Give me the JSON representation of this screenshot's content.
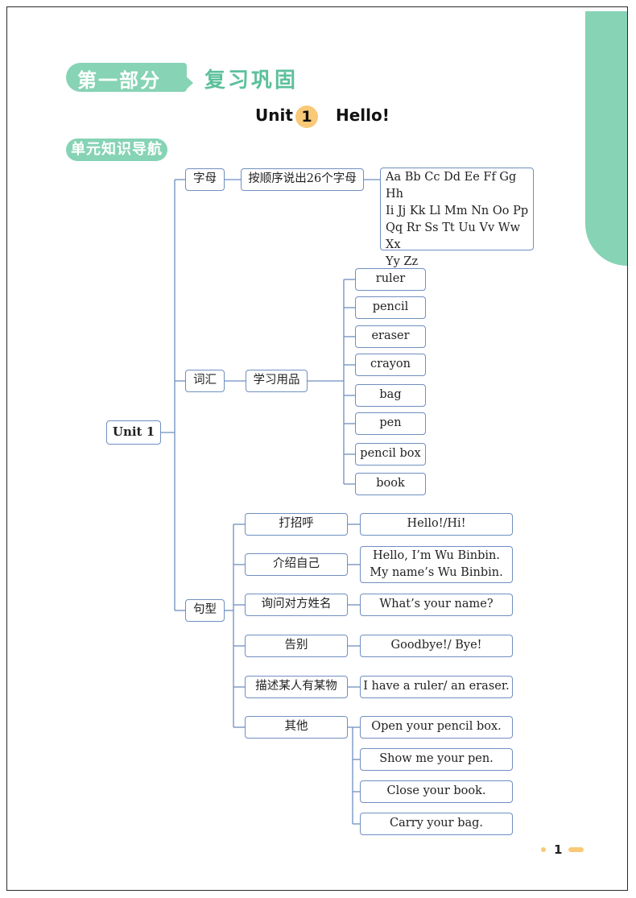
{
  "header": {
    "part_label": "第一部分",
    "part_title": "复习巩固",
    "unit_word": "Unit",
    "unit_number": "1",
    "unit_greeting": "Hello!",
    "nav_title": "单元知识导航"
  },
  "mindmap": {
    "root": "Unit 1",
    "letters": {
      "label": "字母",
      "task": "按顺序说出26个字母",
      "alphabet_lines": [
        "Aa Bb Cc Dd Ee Ff Gg Hh",
        "Ii Jj Kk Ll Mm Nn Oo Pp",
        "Qq Rr Ss Tt Uu Vv Ww Xx",
        "Yy Zz"
      ]
    },
    "vocab": {
      "label": "词汇",
      "topic": "学习用品",
      "words": [
        "ruler",
        "pencil",
        "eraser",
        "crayon",
        "bag",
        "pen",
        "pencil box",
        "book"
      ]
    },
    "sentences": {
      "label": "句型",
      "items": [
        {
          "category": "打招呼",
          "examples": [
            "Hello!/Hi!"
          ]
        },
        {
          "category": "介绍自己",
          "examples": [
            "Hello, I’m Wu Binbin.",
            "My name’s Wu Binbin."
          ]
        },
        {
          "category": "询问对方姓名",
          "examples": [
            "What’s your name?"
          ]
        },
        {
          "category": "告别",
          "examples": [
            "Goodbye!/ Bye!"
          ]
        },
        {
          "category": "描述某人有某物",
          "examples": [
            "I have a ruler/ an eraser."
          ]
        },
        {
          "category": "其他",
          "examples": [
            "Open your pencil box.",
            "Show me your pen.",
            "Close your book.",
            "Carry your bag."
          ]
        }
      ]
    }
  },
  "footer": {
    "page_number": "1"
  },
  "colors": {
    "accent_green": "#86d3b5",
    "accent_yellow": "#f9c978",
    "line_blue": "#6f8fc0"
  }
}
